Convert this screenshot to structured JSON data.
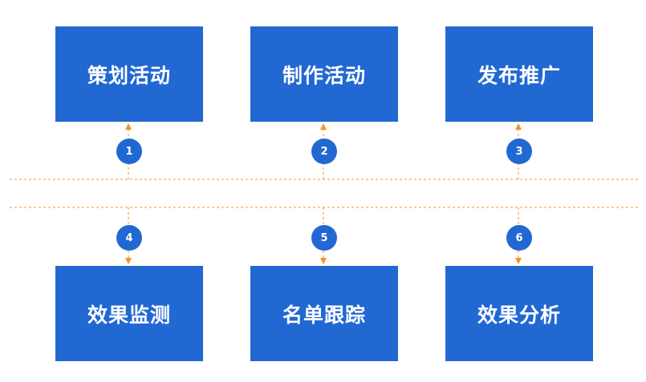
{
  "colors": {
    "box_fill": "#2268d3",
    "badge_fill": "#2268d3",
    "connector": "#f0952c",
    "text": "#ffffff"
  },
  "top_row": [
    {
      "step": "1",
      "label": "策划活动"
    },
    {
      "step": "2",
      "label": "制作活动"
    },
    {
      "step": "3",
      "label": "发布推广"
    }
  ],
  "bottom_row": [
    {
      "step": "4",
      "label": "效果监测"
    },
    {
      "step": "5",
      "label": "名单跟踪"
    },
    {
      "step": "6",
      "label": "效果分析"
    }
  ]
}
